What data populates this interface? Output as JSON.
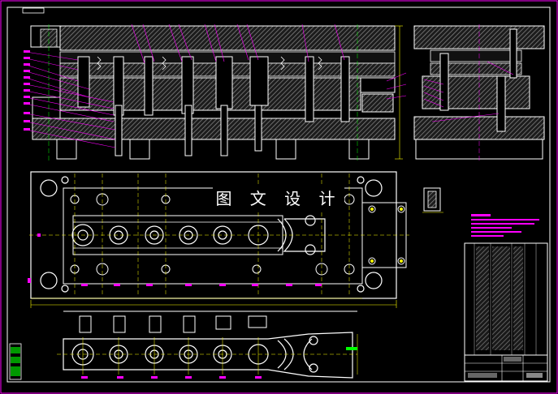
{
  "watermark": "图 文 设 计",
  "colors": {
    "background": "#000000",
    "outline": "#ffffff",
    "hatch": "#9a9a9a",
    "magenta": "#ff00ff",
    "yellow": "#ffff00",
    "green": "#00ff00",
    "cyan": "#00ffff",
    "frame": "#ff00ff"
  },
  "components": {
    "front_section": "die-front-section-view",
    "side_section": "die-side-section-view",
    "plan_view": "die-plan-view",
    "strip_layout": "strip-layout-view",
    "title_block": "title-block",
    "parts_list": "parts-list-table",
    "tech_requirements": "technical-requirements-notes"
  }
}
